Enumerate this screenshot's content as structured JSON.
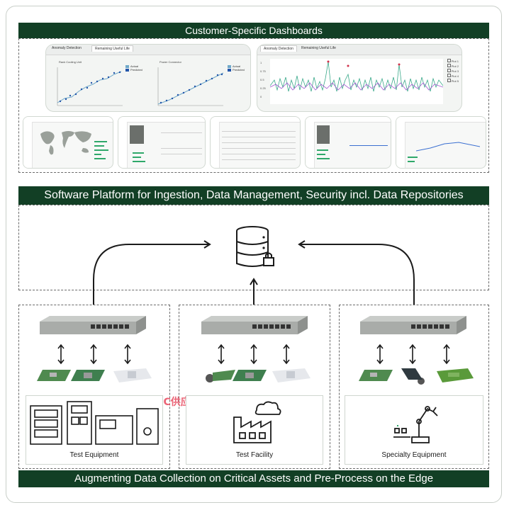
{
  "top_banner": {
    "title": "Customer-Specific Dashboards"
  },
  "middle_banner": {
    "title": "Software Platform for Ingestion, Data Management, Security incl. Data Repositories"
  },
  "bottom_banner": {
    "title": "Augmenting Data Collection on Critical Assets and Pre-Process on the Edge"
  },
  "left_dashboard": {
    "tabs": [
      "Anomaly Detection",
      "Remaining Useful Life"
    ],
    "chart1_title": "Rack Cooling Unit",
    "chart2_title": "Power Connector",
    "legend": [
      "Actual",
      "Predicted"
    ]
  },
  "right_dashboard": {
    "tabs": [
      "Anomaly Detection",
      "Remaining Useful Life"
    ],
    "y_ticks": [
      "1",
      "0.75",
      "0.5",
      "0.25",
      "0"
    ],
    "legend": [
      "Plot 1",
      "Plot 2",
      "Plot 3",
      "Plot 4",
      "Plot 5"
    ]
  },
  "sections": [
    {
      "caption": "Test Equipment"
    },
    {
      "caption": "Test Facility"
    },
    {
      "caption": "Specialty Equipment"
    }
  ],
  "watermark": "买IC芯片就找南皇电子-IC供应商",
  "colors": {
    "banner": "#123f25",
    "accent_green": "#2fa86a",
    "predicted": "#2255aa",
    "actual": "#6fa8c8"
  }
}
